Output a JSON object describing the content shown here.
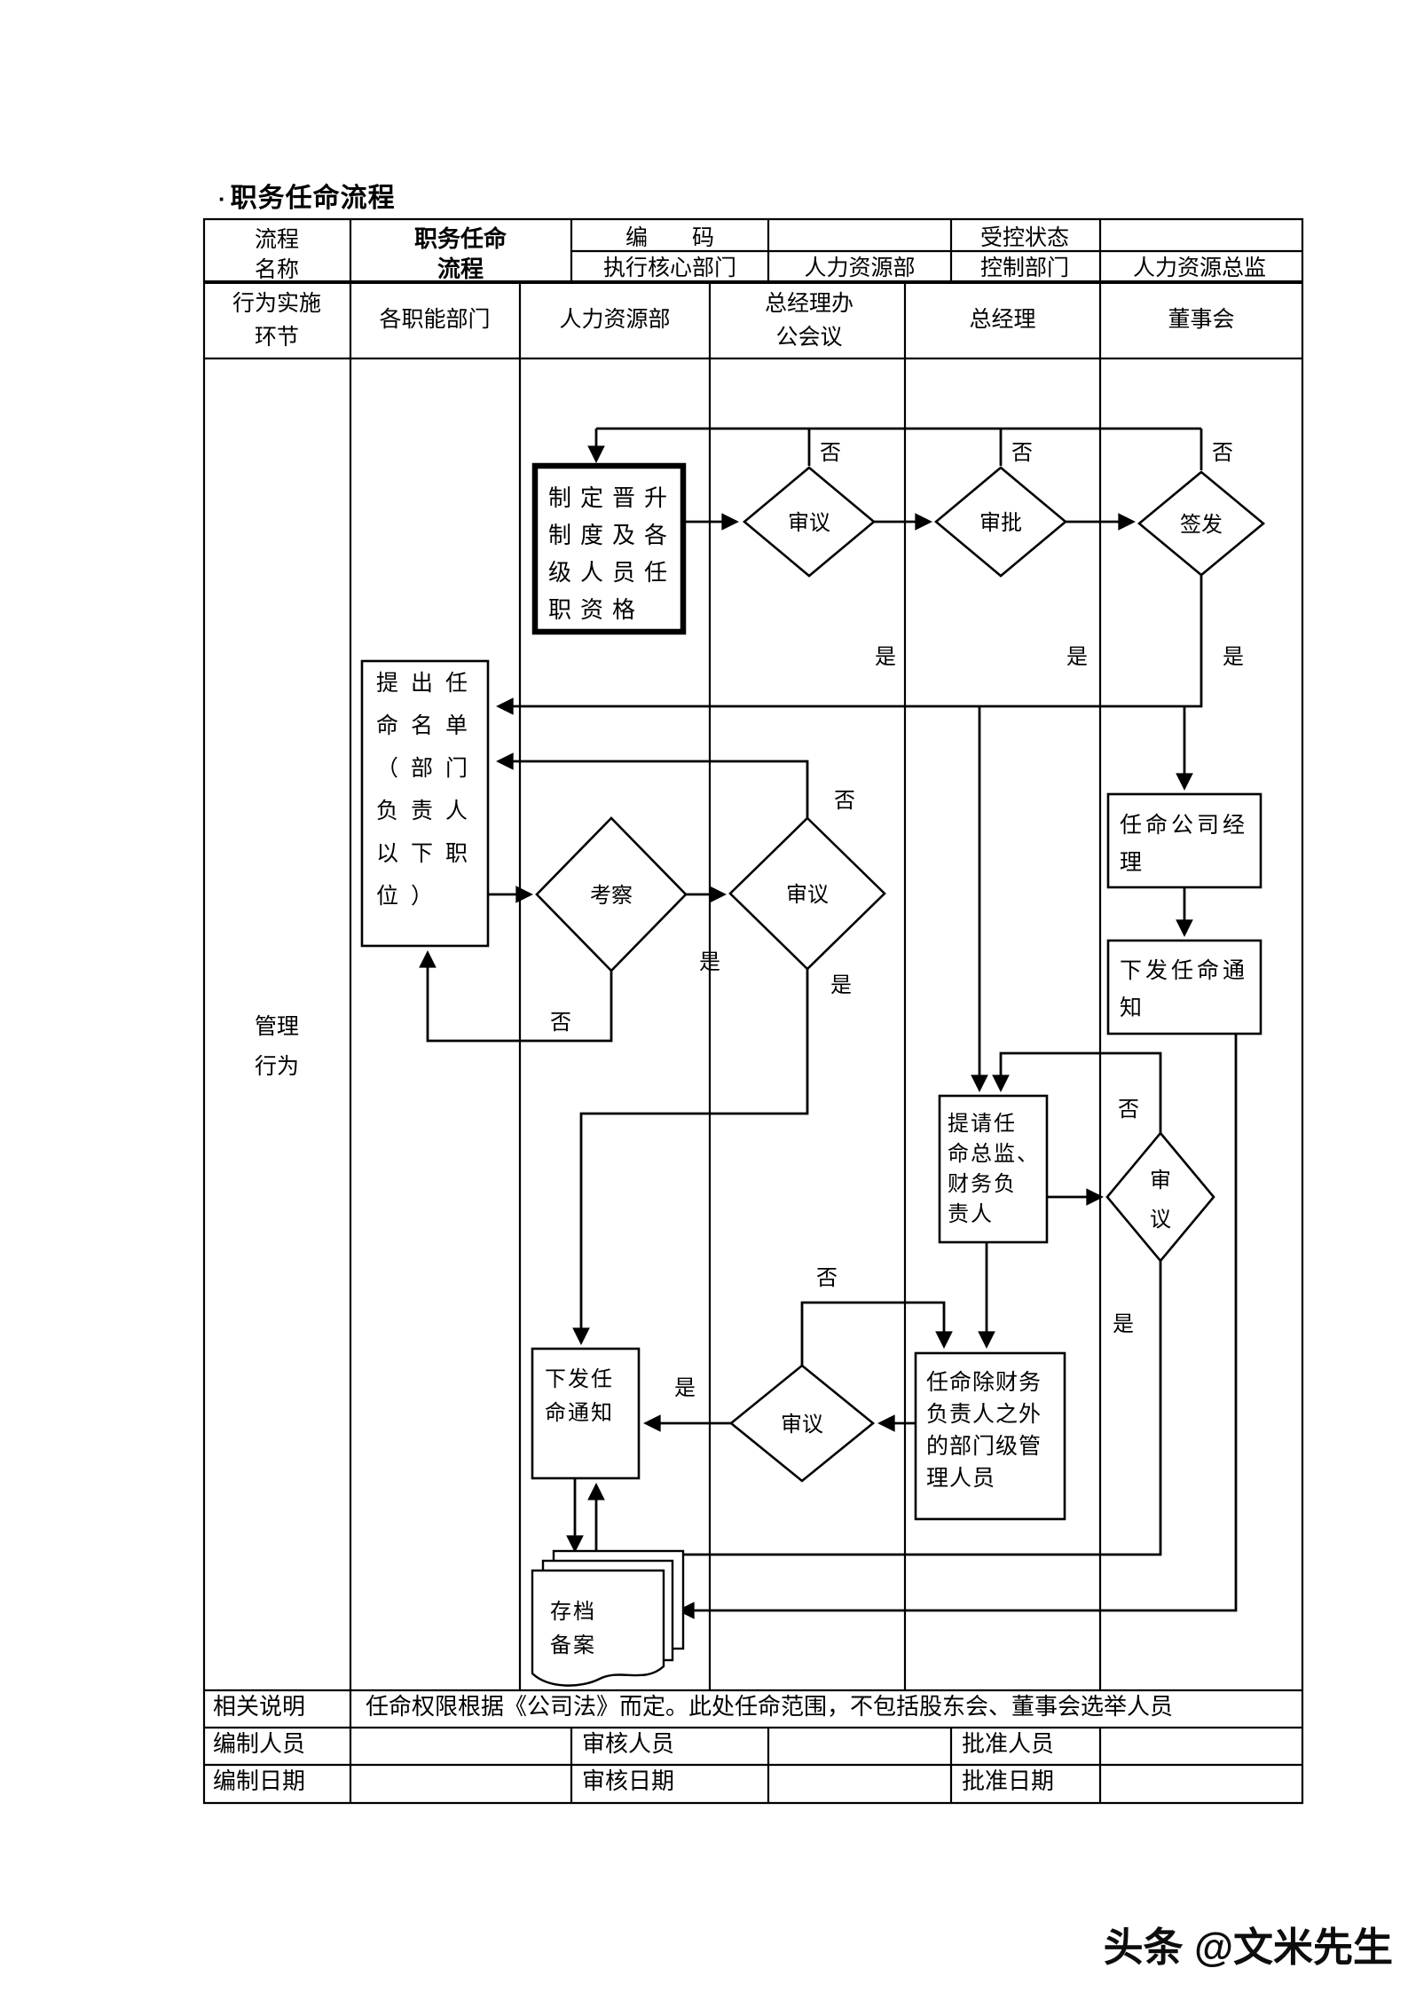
{
  "title": {
    "bullet": "·",
    "text": "职务任命流程"
  },
  "meta": {
    "name_label": [
      "流程",
      "名称"
    ],
    "name_value": [
      "职务任命",
      "流程"
    ],
    "code_label": "编　　码",
    "code_value": "",
    "controlled_label": "受控状态",
    "controlled_value": "",
    "exec_label": "执行核心部门",
    "exec_value": "人力资源部",
    "ctrl_label": "控制部门",
    "ctrl_value": "人力资源总监"
  },
  "lane_header": {
    "row_label": [
      "行为实施",
      "环节"
    ],
    "lane1": "各职能部门",
    "lane2": "人力资源部",
    "lane3": [
      "总经理办",
      "公会议"
    ],
    "lane4": "总经理",
    "lane5": "董事会"
  },
  "flow": {
    "row_label": [
      "管理",
      "行为"
    ],
    "yes": "是",
    "no": "否",
    "make_system": [
      "制定晋升",
      "制度及各",
      "级人员任",
      "职资格"
    ],
    "review1": "审议",
    "approve": "审批",
    "sign": "签发",
    "propose": [
      "提出任",
      "命名单",
      "（部门",
      "负责人",
      "以下职",
      "位）"
    ],
    "inspect": "考察",
    "review2": "审议",
    "appoint_mgr": [
      "任命公司经",
      "理"
    ],
    "notice_right": [
      "下发任命通",
      "知"
    ],
    "request": [
      "提请任",
      "命总监、",
      "财务负",
      "责人"
    ],
    "review4": [
      "审",
      "议"
    ],
    "appoint_dept": [
      "任命除财务",
      "负责人之外",
      "的部门级管",
      "理人员"
    ],
    "review3": "审议",
    "notice_left": [
      "下发任",
      "命通知"
    ],
    "archive": [
      "存档",
      "备案"
    ]
  },
  "footer": {
    "remark_label": "相关说明",
    "remark_text": "任命权限根据《公司法》而定。此处任命范围，不包括股东会、董事会选举人员",
    "maker": "编制人员",
    "reviewer": "审核人员",
    "approver": "批准人员",
    "make_date": "编制日期",
    "review_date": "审核日期",
    "approve_date": "批准日期"
  },
  "watermark": "头条 @文米先生"
}
